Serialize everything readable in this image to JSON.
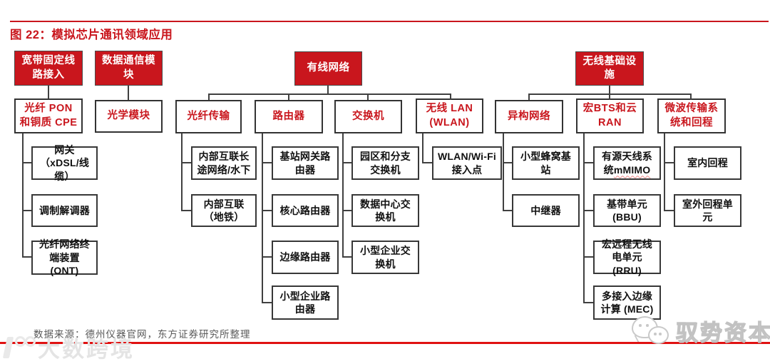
{
  "title": "图 22：模拟芯片通讯领域应用",
  "colors": {
    "accent_red": "#c9161d",
    "footer_rule_red": "#e01212",
    "box_border": "#383838",
    "connector": "#404040",
    "source_text_gray": "#595959"
  },
  "tree": {
    "broadband": {
      "header": "宽带固定线路接入",
      "sub": "光纤 PON 和铜质 CPE",
      "children": [
        "网关（xDSL/线缆）",
        "调制解调器",
        "光纤网络终端装置 (ONT)"
      ]
    },
    "datacomm": {
      "header": "数据通信模块",
      "sub": "光学模块"
    },
    "wired": {
      "header": "有线网络",
      "columns": [
        {
          "label": "光纤传输",
          "children": [
            "内部互联长途网络/水下",
            "内部互联（地铁）"
          ]
        },
        {
          "label": "路由器",
          "children": [
            "基站网关路由器",
            "核心路由器",
            "边缘路由器",
            "小型企业路由器"
          ]
        },
        {
          "label": "交换机",
          "children": [
            "园区和分支交换机",
            "数据中心交换机",
            "小型企业交换机"
          ]
        },
        {
          "label": "无线 LAN (WLAN)",
          "children": [
            "WLAN/Wi-Fi 接入点"
          ]
        }
      ]
    },
    "wireless": {
      "header": "无线基础设施",
      "columns": [
        {
          "label": "异构网络",
          "children": [
            "小型蜂窝基站",
            "中继器"
          ]
        },
        {
          "label": "宏BTS和云RAN",
          "children": [
            {
              "main": "有源天线系统",
              "mimo": "mMIMO"
            },
            "基带单元 (BBU)",
            "宏远程无线电单元 (RRU)",
            "多接入边缘计算 (MEC)"
          ]
        },
        {
          "label": "微波传输系统和回程",
          "children": [
            "室内回程",
            "室外回程单元"
          ]
        }
      ]
    }
  },
  "footer": {
    "source": "数据来源：德州仪器官网，东方证券研究所整理"
  },
  "watermarks": {
    "bottom_left": "大数跨境",
    "bottom_right": "驭势资本",
    "bottom_left_icon": "dashukuajing-logo-icon",
    "bottom_right_icon": "wechat-chat-bubbles-icon"
  }
}
